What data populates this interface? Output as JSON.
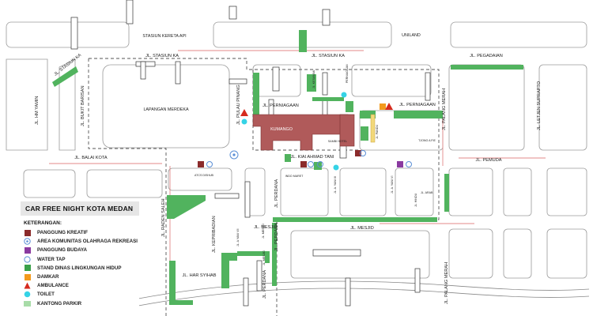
{
  "map": {
    "title": "CAR FREE NIGHT KOTA MEDAN",
    "legend": {
      "heading": "KETERANGAN:",
      "items": [
        {
          "label": "PANGGUNG KREATIF",
          "icon": "square",
          "color": "#8b2b2b"
        },
        {
          "label": "AREA KOMUNITAS OLAHRAGA REKREASI",
          "icon": "target",
          "color": "#5b8fd6"
        },
        {
          "label": "PANGGUNG BUDAYA",
          "icon": "square",
          "color": "#8a3aa0"
        },
        {
          "label": "WATER TAP",
          "icon": "ring",
          "color": "#5b8fd6"
        },
        {
          "label": "STAND DINAS LINGKUNGAN HIDUP",
          "icon": "square",
          "color": "#3aa14a"
        },
        {
          "label": "DAMKAR",
          "icon": "square",
          "color": "#f39a1d"
        },
        {
          "label": "AMBULANCE",
          "icon": "triangle",
          "color": "#d62b1e"
        },
        {
          "label": "TOILET",
          "icon": "circle",
          "color": "#35d3e6"
        },
        {
          "label": "KANTONG PARKIR",
          "icon": "square",
          "color": "#a8dca8"
        }
      ]
    },
    "buildings": {
      "stasiun": "STASIUN KERETA API",
      "uniland": "UNILAND",
      "lapangan": "LAPANGAN MERDEKA",
      "kesawan": "KUMANGO",
      "tjong": "TJONG A FIE",
      "atcs": "ATCS DISHUB",
      "indo": "INDO MARET",
      "hotel": "SAMBI HOTEL"
    },
    "streets": {
      "stasiun_ka_1": "JL. STASIUN KA",
      "stasiun_ka_2": "JL. STASIUN KA",
      "stasiun_ka_diag": "JL. STASIUN KA",
      "pegadaian": "JL. PEGADAIAN",
      "ahmad_yani": "JL. A. YANI",
      "perniagaan_1": "JL. PERNIAGAAN",
      "perniagaan_2": "JL. PERNIAGAAN",
      "hm_yamin": "JL. HM YAMIN",
      "bukit_barisan": "JL. BUKIT BARISAN",
      "pulau_pinang": "JL. PULAU PINANG",
      "palang_merah_1": "JL. PALANG MERAH",
      "palang_merah_2": "JL. PALANG MERAH",
      "letjen_suprapto": "JL. LETJEN SUPRAPTO",
      "balai_kota": "JL. BALAI KOTA",
      "pemuda": "JL. PEMUDA",
      "kiyai_ahmad": "JL. KIAI AHMAD TANI",
      "perdana_1": "JL. PERDANA",
      "perdana_2": "JL. PERDANA",
      "perdana_3": "JL. PERDANA",
      "mesjid_1": "JL. MESJID",
      "mesjid_2": "JL. MESJID",
      "raden_saleh": "JL. RADEN SALEH",
      "kepribadian": "JL. KEPRIBADIAN",
      "har_syihab": "JL. HAR SYIHAB",
      "arab": "JL. ARAB",
      "a_yani_3": "JL. A. YANI III",
      "a_yani_6": "JL. A. YANI VI",
      "a_yani_vii": "JL. A.YANI VII",
      "hindu": "JL. HINDU",
      "mesjid_side": "JL. MESJID",
      "perniagaan_short": "PERNIAGAAN",
      "kesawan_sq": "JL. KESAWAN",
      "pandu": "JL. PANDU",
      "mesjid_small": "JL. MESJID"
    }
  }
}
